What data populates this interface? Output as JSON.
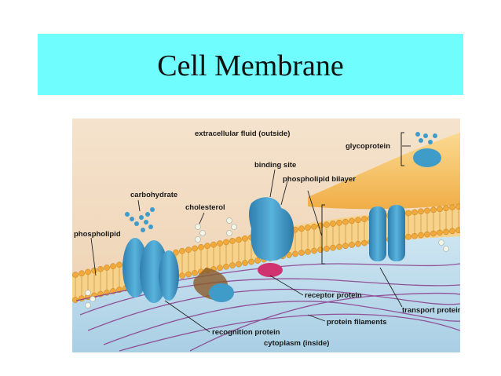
{
  "slide": {
    "title": "Cell Membrane"
  },
  "labels": {
    "extracellular": "extracellular fluid (outside)",
    "glycoprotein": "glycoprotein",
    "binding_site": "binding site",
    "phospholipid_bilayer": "phospholipid bilayer",
    "carbohydrate": "carbohydrate",
    "cholesterol": "cholesterol",
    "phospholipid": "phospholipid",
    "receptor_protein": "receptor protein",
    "transport_protein": "transport protein",
    "protein_filaments": "protein filaments",
    "recognition_protein": "recognition protein",
    "cytoplasm": "cytoplasm (inside)"
  },
  "colors": {
    "title_bar": "#6ffdfd",
    "extracellular_fluid": "#f2dcc4",
    "membrane_head": "#f0a93a",
    "protein": "#3f9cc8",
    "filament": "#8a3a8a",
    "cytoplasm": "#bfdcec"
  }
}
